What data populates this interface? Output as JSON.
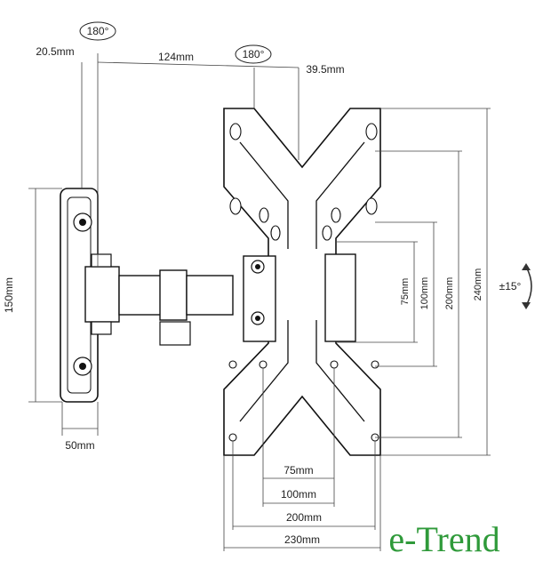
{
  "labels": {
    "rotate_top_left": "180°",
    "rotate_top_mid": "180°",
    "wall_offset": "20.5mm",
    "arm_length": "124mm",
    "plate_offset": "39.5mm",
    "plate_height": "150mm",
    "plate_width": "50mm",
    "tilt": "±15°",
    "vesa_v75": "75mm",
    "vesa_v100": "100mm",
    "vesa_v200": "200mm",
    "vesa_v240": "240mm",
    "vesa_h75": "75mm",
    "vesa_h100": "100mm",
    "vesa_h200": "200mm",
    "vesa_h230": "230mm"
  },
  "brand": {
    "name": "e-Trend"
  },
  "colors": {
    "brand_green": "#2f9a3a",
    "line": "#111111"
  }
}
